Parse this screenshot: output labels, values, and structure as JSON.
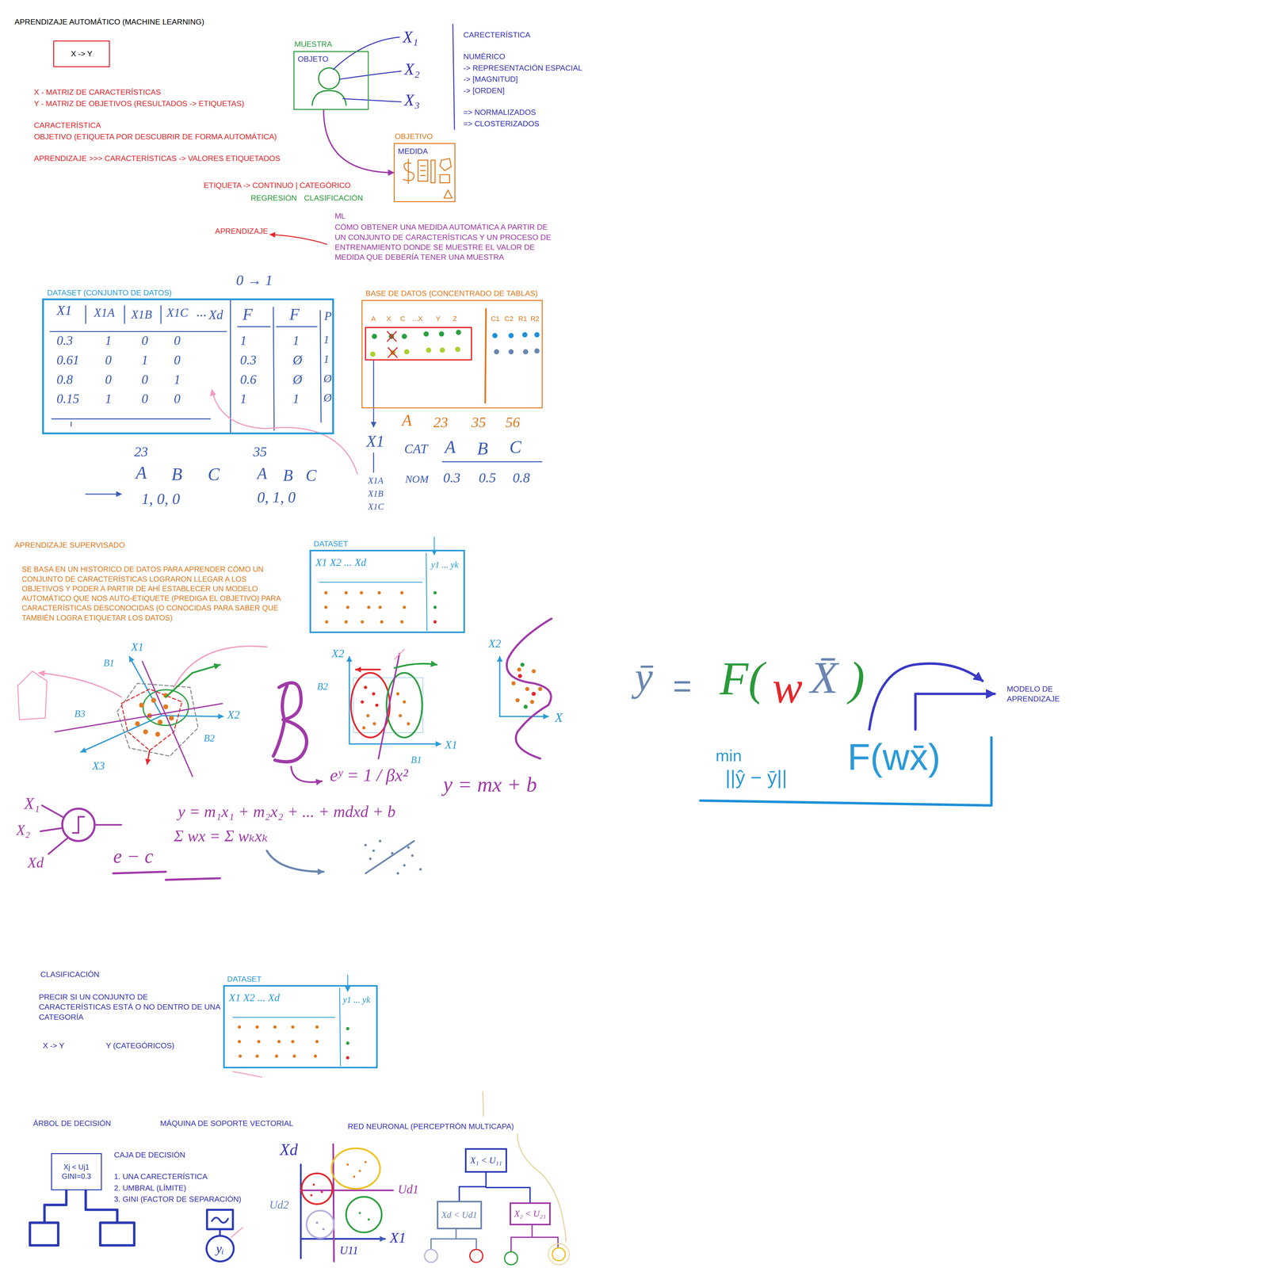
{
  "diagram": {
    "title": "APRENDIZAJE AUTOMÁTICO (MACHINE LEARNING)",
    "nodes": [
      {
        "text": [
          "X -> Y"
        ]
      },
      {
        "text": [
          "MUESTRA",
          "OBJETO"
        ]
      },
      {
        "text": [
          "OBJETIVO",
          "MEDIDA"
        ]
      },
      {
        "text": [
          "DATASET (CONJUNTO DE DATOS)"
        ]
      },
      {
        "text": [
          "BASE DE DATOS (CONCENTRADO DE TABLAS)"
        ]
      },
      {
        "text": [
          "DATASET"
        ]
      },
      {
        "text": [
          "DATASET"
        ]
      },
      {
        "text": [
          "Xj < Uj1",
          "GINI=0.3"
        ]
      },
      {
        "text": [
          "yᵢ"
        ]
      },
      {
        "text": [
          "X₁ < U₁₁"
        ]
      },
      {
        "text": [
          "Xd < Ud1"
        ]
      },
      {
        "text": [
          "X₂ < U₂₁"
        ]
      }
    ],
    "edges": [
      {
        "from": 1,
        "to": 2,
        "arrow": "to"
      },
      {
        "from": 9,
        "to": 10,
        "arrow": "none"
      },
      {
        "from": 9,
        "to": 11,
        "arrow": "none"
      }
    ],
    "labels": [
      "X - MATRIZ DE CARACTERÍSTICAS",
      "Y - MATRIZ DE OBJETIVOS (RESULTADOS -> ETIQUETAS)",
      "CARACTERÍSTICA",
      "OBJETIVO (ETIQUETA POR DESCUBRIR DE FORMA AUTOMÁTICA)",
      "APRENDIZAJE >>> CARACTERÍSTICAS -> VALORES ETIQUETADOS",
      "X₁",
      "X₂",
      "X₃",
      "CARECTERÍSTICA",
      "NUMÉRICO",
      "-> REPRESENTACIÓN ESPACIAL",
      "-> [MAGNITUD]",
      "-> [ORDEN]",
      "=> NORMALIZADOS",
      "=> CLOSTERIZADOS",
      "ETIQUETA -> CONTINUO | CATEGÓRICO",
      "REGRESIÓN",
      "CLASIFICACIÓN",
      "APRENDIZAJE",
      "ML",
      "CÓMO OBTENER UNA MEDIDA AUTOMÁTICA A PARTIR DE UN CONJUNTO DE CARACTERÍSTICAS Y UN PROCESO DE ENTRENAMIENTO DONDE SE MUESTRE EL VALOR DE MEDIDA QUE DEBERÍA TENER UNA MUESTRA",
      "0 → 1",
      "X1",
      "X1A",
      "X1B",
      "X1C",
      "...",
      "Xd",
      "F",
      "F",
      "P",
      "0.3",
      "0.61",
      "0.8",
      "0.15",
      "1",
      "0",
      "0",
      "1",
      "0",
      "1",
      "0",
      "0",
      "0",
      "0",
      "1",
      "0",
      "1",
      "0.3",
      "0.6",
      "1",
      "1",
      "Ø",
      "Ø",
      "1",
      "1",
      "1",
      "Ø",
      "Ø",
      "A",
      "X",
      "C",
      "...X",
      "Y",
      "Z",
      "C1",
      "C2",
      "R1",
      "R2",
      "A",
      "23",
      "35",
      "56",
      "X1",
      "X1A",
      "X1B",
      "X1C",
      "CAT",
      "A",
      "B",
      "C",
      "NOM",
      "0.3",
      "0.5",
      "0.8",
      "23",
      "A",
      "B",
      "C",
      "1, 0, 0",
      "35",
      "A",
      "B",
      "C",
      "0, 1, 0",
      "APRENDIZAJE SUPERVISADO",
      "SE BASA EN UN HISTÓRICO DE DATOS PARA APRENDER CÓMO UN CONJUNTO DE CARACTERÍSTICAS LOGRARON LLEGAR A LOS OBJETIVOS Y PODER A PARTIR DE AHÍ ESTABLECER UN MODELO AUTOMÁTICO QUE NOS AUTO-ETIQUETE (PREDIGA EL OBJETIVO) PARA CARACTERÍSTICAS DESCONOCIDAS (O CONOCIDAS PARA SABER QUE TAMBIÉN LOGRA ETIQUETAR LOS DATOS)",
      "X1 X2 ... Xd",
      "y1 ... yk",
      "X1",
      "X2",
      "X3",
      "B1",
      "B2",
      "B3",
      "X2",
      "B2",
      "X1",
      "B1",
      "X2",
      "X",
      "eʸ = 1 / βx²",
      "y = mx + b",
      "y = m₁x₁ + m₂x₂ + ... + mdxd + b",
      "Σ wx = Σ wₖxₖ",
      "e − c",
      "X₁",
      "X₂",
      "Xd",
      "ȳ",
      "=",
      "F(",
      "w",
      "X̄",
      ")",
      "min",
      "||ŷ − ȳ||",
      "F(wx̄)",
      "MODELO DE APRENDIZAJE",
      "CLASIFICACIÓN",
      "PRECIR SI UN CONJUNTO DE CARACTERÍSTICAS ESTÁ O NO DENTRO DE UNA CATEGORÍA",
      "X -> Y",
      "Y (CATEGÓRICOS)",
      "X1 X2 ... Xd",
      "y1 ... yk",
      "ÁRBOL DE DECISIÓN",
      "MÁQUINA DE SOPORTE VECTORIAL",
      "RED NEURONAL (PERCEPTRÓN MULTICAPA)",
      "CAJA DE DECISIÓN",
      "1. UNA CARECTERÍSTICA",
      "2. UMBRAL (LÍMITE)",
      "3. GINI (FACTOR DE SEPARACIÓN)",
      "Xd",
      "Ud1",
      "Ud2",
      "U11",
      "X1"
    ]
  }
}
